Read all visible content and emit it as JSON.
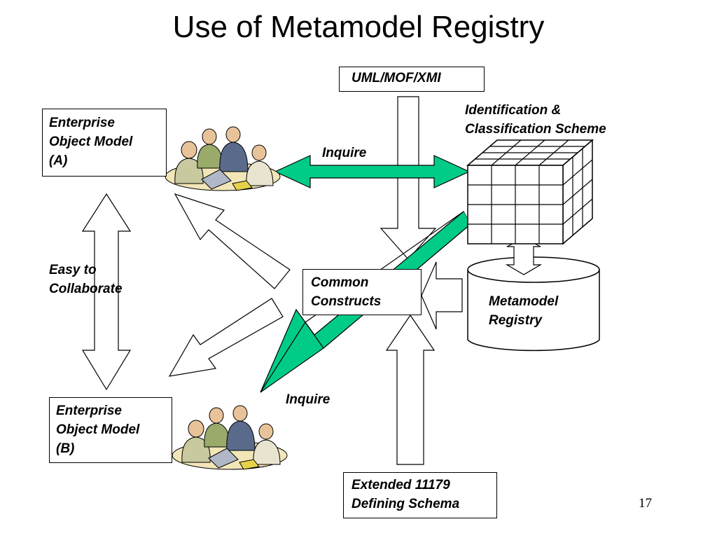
{
  "title": "Use of Metamodel Registry",
  "labels": {
    "uml": "UML/MOF/XMI",
    "eom_a": "Enterprise\nObject Model\n(A)",
    "eom_b": "Enterprise\nObject Model\n(B)",
    "ident": "Identification &\nClassification Scheme",
    "inquire_top": "Inquire",
    "inquire_bottom": "Inquire",
    "easy": "Easy to\nCollaborate",
    "common": " Common\nConstructs",
    "metamodel": "Metamodel\nRegistry",
    "extended": "Extended 11179\nDefining Schema"
  },
  "colors": {
    "green_arrow": "#00cc88",
    "outline": "#000000"
  },
  "page_number": "17"
}
